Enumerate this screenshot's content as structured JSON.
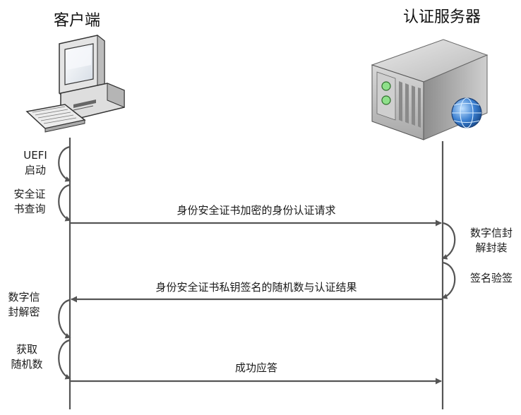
{
  "client": {
    "title": "客户端"
  },
  "server": {
    "title": "认证服务器"
  },
  "client_steps": [
    {
      "lines": [
        "UEFI",
        "启动"
      ]
    },
    {
      "lines": [
        "安全证",
        "书查询"
      ]
    },
    {
      "lines": [
        "数字信",
        "封解密"
      ]
    },
    {
      "lines": [
        "获取",
        "随机数"
      ]
    }
  ],
  "server_steps": [
    {
      "lines": [
        "数字信封",
        "解封装"
      ]
    },
    {
      "lines": [
        "签名验签"
      ]
    }
  ],
  "messages": [
    {
      "label": "身份安全证书加密的身份认证请求",
      "direction": "to-server"
    },
    {
      "label": "身份安全证书私钥签名的随机数与认证结果",
      "direction": "to-client"
    },
    {
      "label": "成功应答",
      "direction": "to-server"
    }
  ],
  "colors": {
    "line": "#555555",
    "text": "#1a1a1a",
    "globe": "#2f6db3"
  }
}
